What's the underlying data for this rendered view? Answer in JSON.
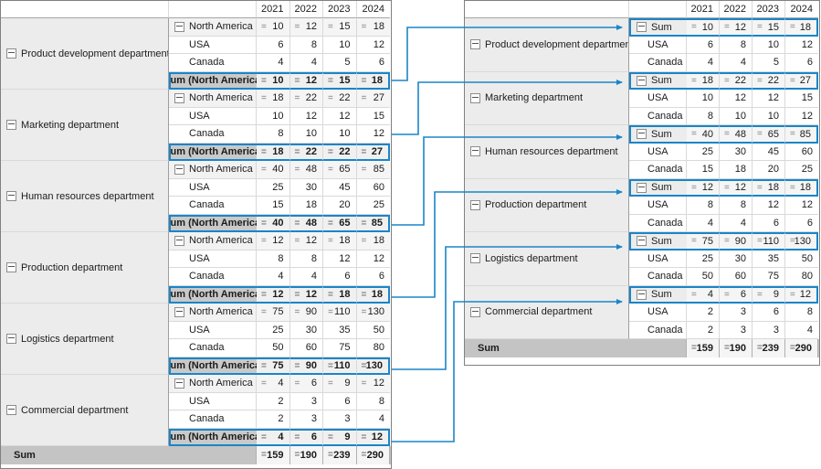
{
  "accent_color": "#1a85c8",
  "years": [
    "2021",
    "2022",
    "2023",
    "2024"
  ],
  "labels": {
    "north_america": "North America",
    "usa": "USA",
    "canada": "Canada",
    "sum_north_america": "Sum (North America)",
    "sum": "Sum",
    "grand_total": "Sum"
  },
  "left_table": {
    "name": "source-pivot-table",
    "blank_header": "",
    "departments": [
      {
        "name": "Product development department",
        "region": "North America",
        "region_values": [
          "10",
          "12",
          "15",
          "18"
        ],
        "usa_values": [
          "6",
          "8",
          "10",
          "12"
        ],
        "canada_values": [
          "4",
          "4",
          "5",
          "6"
        ],
        "sum_label": "Sum (North America)",
        "sum_values": [
          "10",
          "12",
          "15",
          "18"
        ]
      },
      {
        "name": "Marketing department",
        "region": "North America",
        "region_values": [
          "18",
          "22",
          "22",
          "27"
        ],
        "usa_values": [
          "10",
          "12",
          "12",
          "15"
        ],
        "canada_values": [
          "8",
          "10",
          "10",
          "12"
        ],
        "sum_label": "Sum (North America)",
        "sum_values": [
          "18",
          "22",
          "22",
          "27"
        ]
      },
      {
        "name": "Human resources department",
        "region": "North America",
        "region_values": [
          "40",
          "48",
          "65",
          "85"
        ],
        "usa_values": [
          "25",
          "30",
          "45",
          "60"
        ],
        "canada_values": [
          "15",
          "18",
          "20",
          "25"
        ],
        "sum_label": "Sum (North America)",
        "sum_values": [
          "40",
          "48",
          "65",
          "85"
        ]
      },
      {
        "name": "Production department",
        "region": "North America",
        "region_values": [
          "12",
          "12",
          "18",
          "18"
        ],
        "usa_values": [
          "8",
          "8",
          "12",
          "12"
        ],
        "canada_values": [
          "4",
          "4",
          "6",
          "6"
        ],
        "sum_label": "Sum (North America)",
        "sum_values": [
          "12",
          "12",
          "18",
          "18"
        ]
      },
      {
        "name": "Logistics department",
        "region": "North America",
        "region_values": [
          "75",
          "90",
          "110",
          "130"
        ],
        "usa_values": [
          "25",
          "30",
          "35",
          "50"
        ],
        "canada_values": [
          "50",
          "60",
          "75",
          "80"
        ],
        "sum_label": "Sum (North America)",
        "sum_values": [
          "75",
          "90",
          "110",
          "130"
        ]
      },
      {
        "name": "Commercial department",
        "region": "North America",
        "region_values": [
          "4",
          "6",
          "9",
          "12"
        ],
        "usa_values": [
          "2",
          "3",
          "6",
          "8"
        ],
        "canada_values": [
          "2",
          "3",
          "3",
          "4"
        ],
        "sum_label": "Sum (North America)",
        "sum_values": [
          "4",
          "6",
          "9",
          "12"
        ]
      }
    ],
    "grand_total_label": "Sum",
    "grand_total_values": [
      "159",
      "190",
      "239",
      "290"
    ]
  },
  "right_table": {
    "name": "target-pivot-table",
    "blank_header": "",
    "departments": [
      {
        "name": "Product development department",
        "sum_label": "Sum",
        "sum_values": [
          "10",
          "12",
          "15",
          "18"
        ],
        "usa_values": [
          "6",
          "8",
          "10",
          "12"
        ],
        "canada_values": [
          "4",
          "4",
          "5",
          "6"
        ]
      },
      {
        "name": "Marketing department",
        "sum_label": "Sum",
        "sum_values": [
          "18",
          "22",
          "22",
          "27"
        ],
        "usa_values": [
          "10",
          "12",
          "12",
          "15"
        ],
        "canada_values": [
          "8",
          "10",
          "10",
          "12"
        ]
      },
      {
        "name": "Human resources department",
        "sum_label": "Sum",
        "sum_values": [
          "40",
          "48",
          "65",
          "85"
        ],
        "usa_values": [
          "25",
          "30",
          "45",
          "60"
        ],
        "canada_values": [
          "15",
          "18",
          "20",
          "25"
        ]
      },
      {
        "name": "Production department",
        "sum_label": "Sum",
        "sum_values": [
          "12",
          "12",
          "18",
          "18"
        ],
        "usa_values": [
          "8",
          "8",
          "12",
          "12"
        ],
        "canada_values": [
          "4",
          "4",
          "6",
          "6"
        ]
      },
      {
        "name": "Logistics department",
        "sum_label": "Sum",
        "sum_values": [
          "75",
          "90",
          "110",
          "130"
        ],
        "usa_values": [
          "25",
          "30",
          "35",
          "50"
        ],
        "canada_values": [
          "50",
          "60",
          "75",
          "80"
        ]
      },
      {
        "name": "Commercial department",
        "sum_label": "Sum",
        "sum_values": [
          "4",
          "6",
          "9",
          "12"
        ],
        "usa_values": [
          "2",
          "3",
          "6",
          "8"
        ],
        "canada_values": [
          "2",
          "3",
          "3",
          "4"
        ]
      }
    ],
    "grand_total_label": "Sum",
    "grand_total_values": [
      "159",
      "190",
      "239",
      "290"
    ]
  },
  "connectors": [
    {
      "from_row": "Sum (North America) — Product development department",
      "to_row": "Sum — Product development department"
    },
    {
      "from_row": "Sum (North America) — Marketing department",
      "to_row": "Sum — Marketing department"
    },
    {
      "from_row": "Sum (North America) — Human resources department",
      "to_row": "Sum — Human resources department"
    },
    {
      "from_row": "Sum (North America) — Production department",
      "to_row": "Sum — Production department"
    },
    {
      "from_row": "Sum (North America) — Logistics department",
      "to_row": "Sum — Logistics department"
    },
    {
      "from_row": "Sum (North America) — Commercial department",
      "to_row": "Sum — Commercial department"
    }
  ]
}
